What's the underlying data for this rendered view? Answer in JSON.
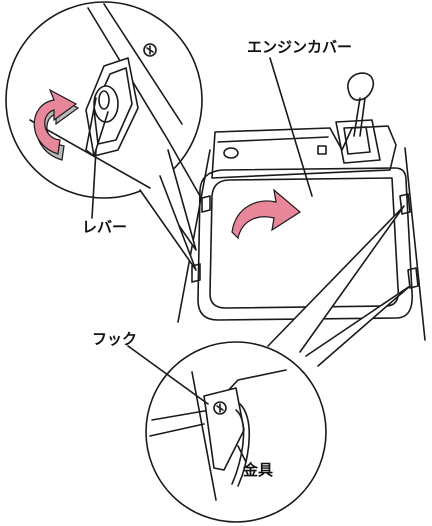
{
  "labels": {
    "engine_cover": "エンジンカバー",
    "lever": "レバー",
    "hook": "フック",
    "fitting": "金具"
  },
  "colors": {
    "line": "#1a1a1a",
    "arrow_fill": "#e8879a",
    "arrow_shade": "#b8b8b8",
    "background": "#ffffff"
  },
  "icons": {
    "rotate_arrow": "curved-arrow-icon",
    "open_arrow": "curved-arrow-icon"
  }
}
